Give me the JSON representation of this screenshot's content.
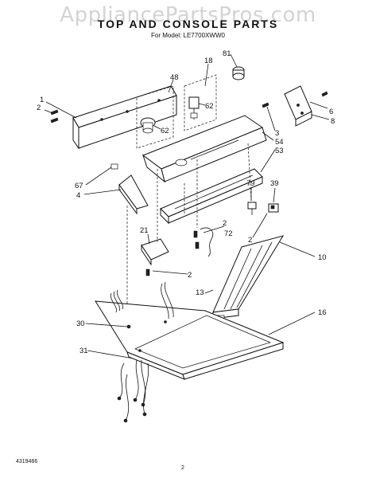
{
  "watermark": "AppliancePartsPros.com",
  "title": "TOP AND CONSOLE PARTS",
  "subtitle": "For Model: LE7700XWW0",
  "footer": {
    "doc_number": "4319466",
    "page_number": "2"
  },
  "callouts": {
    "c81": "81",
    "c18": "18",
    "c48": "48",
    "c62a": "62",
    "c62b": "62",
    "c1": "1",
    "c2a": "2",
    "c6": "6",
    "c8": "8",
    "c3": "3",
    "c54": "54",
    "c53": "53",
    "c67": "67",
    "c4": "4",
    "c79": "79",
    "c39": "39",
    "c2b": "2",
    "c72": "72",
    "c21": "21",
    "c2c": "2",
    "c2d": "2",
    "c10": "10",
    "c13": "13",
    "c16": "16",
    "c30": "30",
    "c31": "31"
  }
}
